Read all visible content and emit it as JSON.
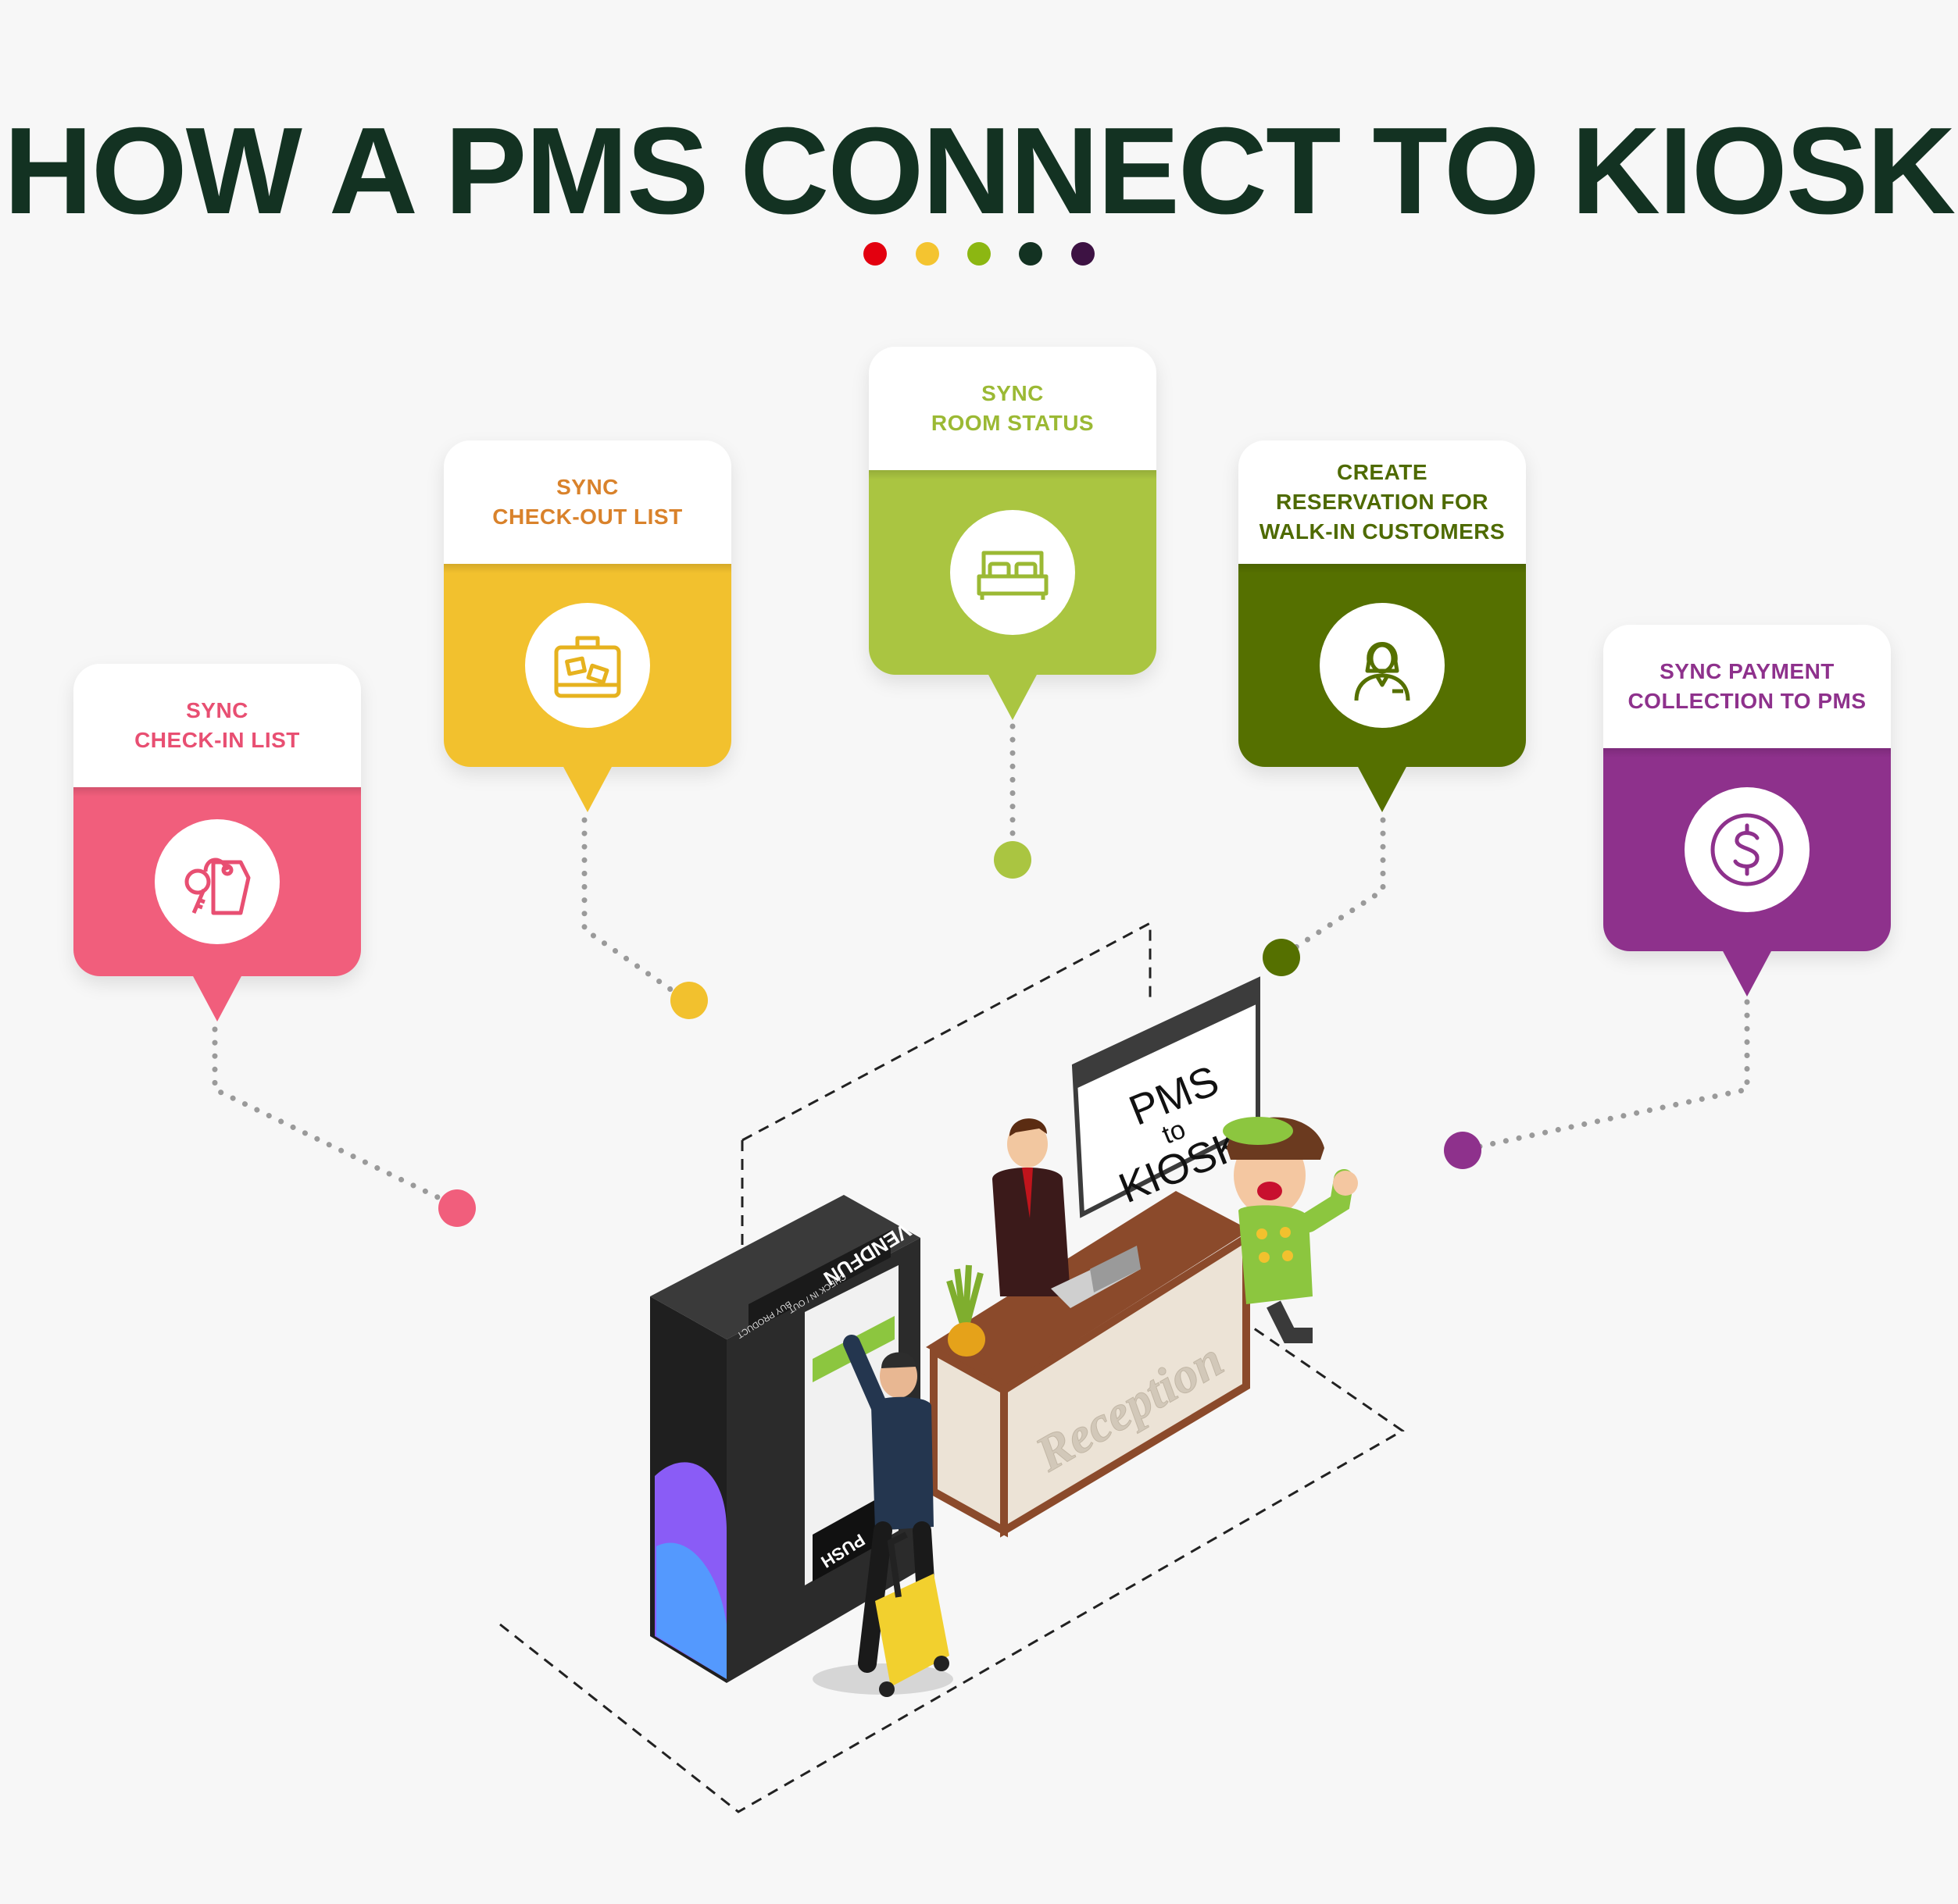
{
  "title": "HOW A PMS CONNECT TO KIOSK",
  "decor_dots": [
    "#e3000f",
    "#f4c430",
    "#8cb712",
    "#133222",
    "#3d1243"
  ],
  "cards": [
    {
      "id": "checkin",
      "line1": "SYNC",
      "line2": "CHECK-IN LIST",
      "line3": "",
      "color": "#f15e7c",
      "text_color": "#e84f72",
      "icon": "key-tag-icon"
    },
    {
      "id": "checkout",
      "line1": "SYNC",
      "line2": "CHECK-OUT LIST",
      "line3": "",
      "color": "#f2c12e",
      "text_color": "#d9822b",
      "icon": "suitcase-icon"
    },
    {
      "id": "room",
      "line1": "SYNC",
      "line2": "ROOM STATUS",
      "line3": "",
      "color": "#aac541",
      "text_color": "#9bb934",
      "icon": "bed-icon"
    },
    {
      "id": "reservation",
      "line1": "CREATE",
      "line2": "RESERVATION FOR",
      "line3": "WALK-IN CUSTOMERS",
      "color": "#557000",
      "text_color": "#4e6a00",
      "icon": "receptionist-icon"
    },
    {
      "id": "payment",
      "line1": "SYNC PAYMENT",
      "line2": "COLLECTION TO PMS",
      "line3": "",
      "color": "#8e318c",
      "text_color": "#8e318c",
      "icon": "dollar-icon"
    }
  ],
  "illustration": {
    "sign_line1": "PMS",
    "sign_line2": "to",
    "sign_line3": "KIOSK",
    "desk_label": "Reception",
    "kiosk_brand": "VENDFUN",
    "kiosk_button": "PUSH",
    "kiosk_header_left": "BUY PRODUCT",
    "kiosk_header_right": "CHECK IN / OUT"
  }
}
